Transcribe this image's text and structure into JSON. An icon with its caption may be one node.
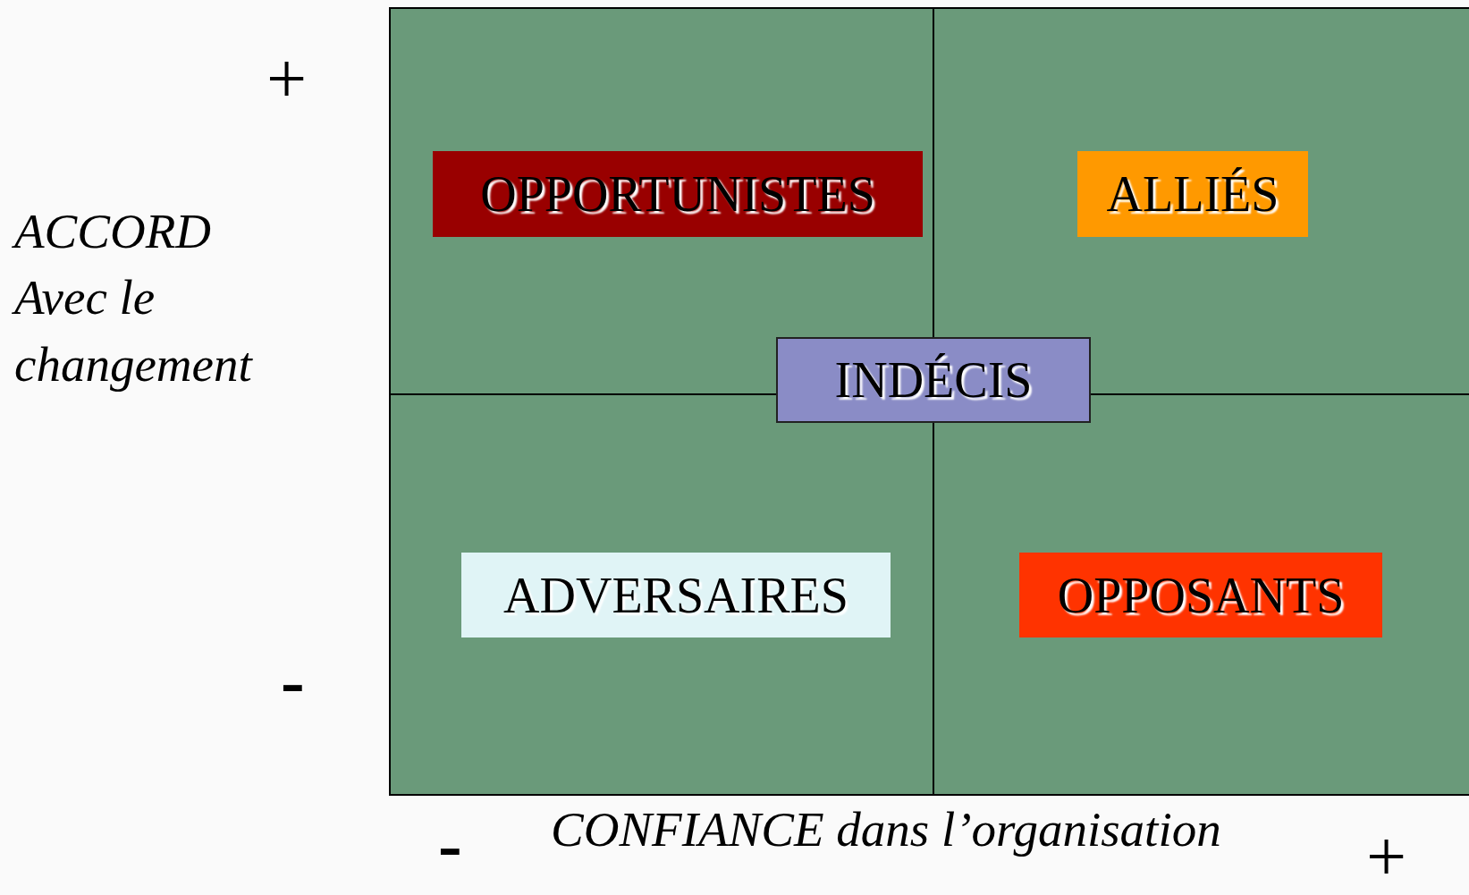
{
  "diagram": {
    "nodes": [
      {
        "text": [
          "OPPORTUNISTES"
        ]
      },
      {
        "text": [
          "ALLIÉS"
        ]
      },
      {
        "text": [
          "INDÉCIS"
        ]
      },
      {
        "text": [
          "ADVERSAIRES"
        ]
      },
      {
        "text": [
          "OPPOSANTS"
        ]
      }
    ],
    "edges": [],
    "labels": [
      "+",
      "ACCORD Avec le changement",
      "-",
      "-",
      "CONFIANCE dans l’organisation",
      "+"
    ]
  }
}
